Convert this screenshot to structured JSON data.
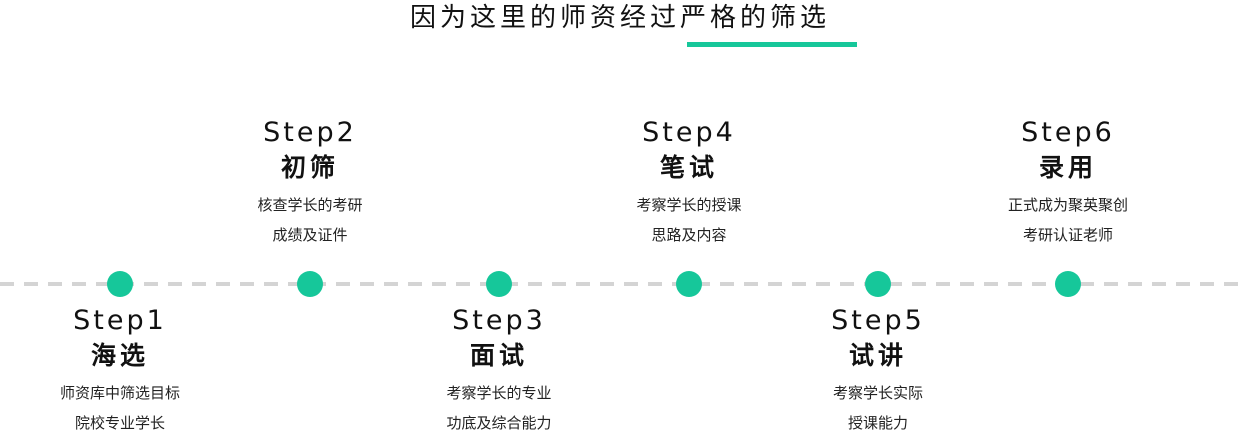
{
  "title": "因为这里的师资经过严格的筛选",
  "accent": "#16c79a",
  "steps": [
    {
      "step": "Step1",
      "name": "海选",
      "desc1": "师资库中筛选目标",
      "desc2": "院校专业学长"
    },
    {
      "step": "Step2",
      "name": "初筛",
      "desc1": "核查学长的考研",
      "desc2": "成绩及证件"
    },
    {
      "step": "Step3",
      "name": "面试",
      "desc1": "考察学长的专业",
      "desc2": "功底及综合能力"
    },
    {
      "step": "Step4",
      "name": "笔试",
      "desc1": "考察学长的授课",
      "desc2": "思路及内容"
    },
    {
      "step": "Step5",
      "name": "试讲",
      "desc1": "考察学长实际",
      "desc2": "授课能力"
    },
    {
      "step": "Step6",
      "name": "录用",
      "desc1": "正式成为聚英聚创",
      "desc2": "考研认证老师"
    }
  ]
}
